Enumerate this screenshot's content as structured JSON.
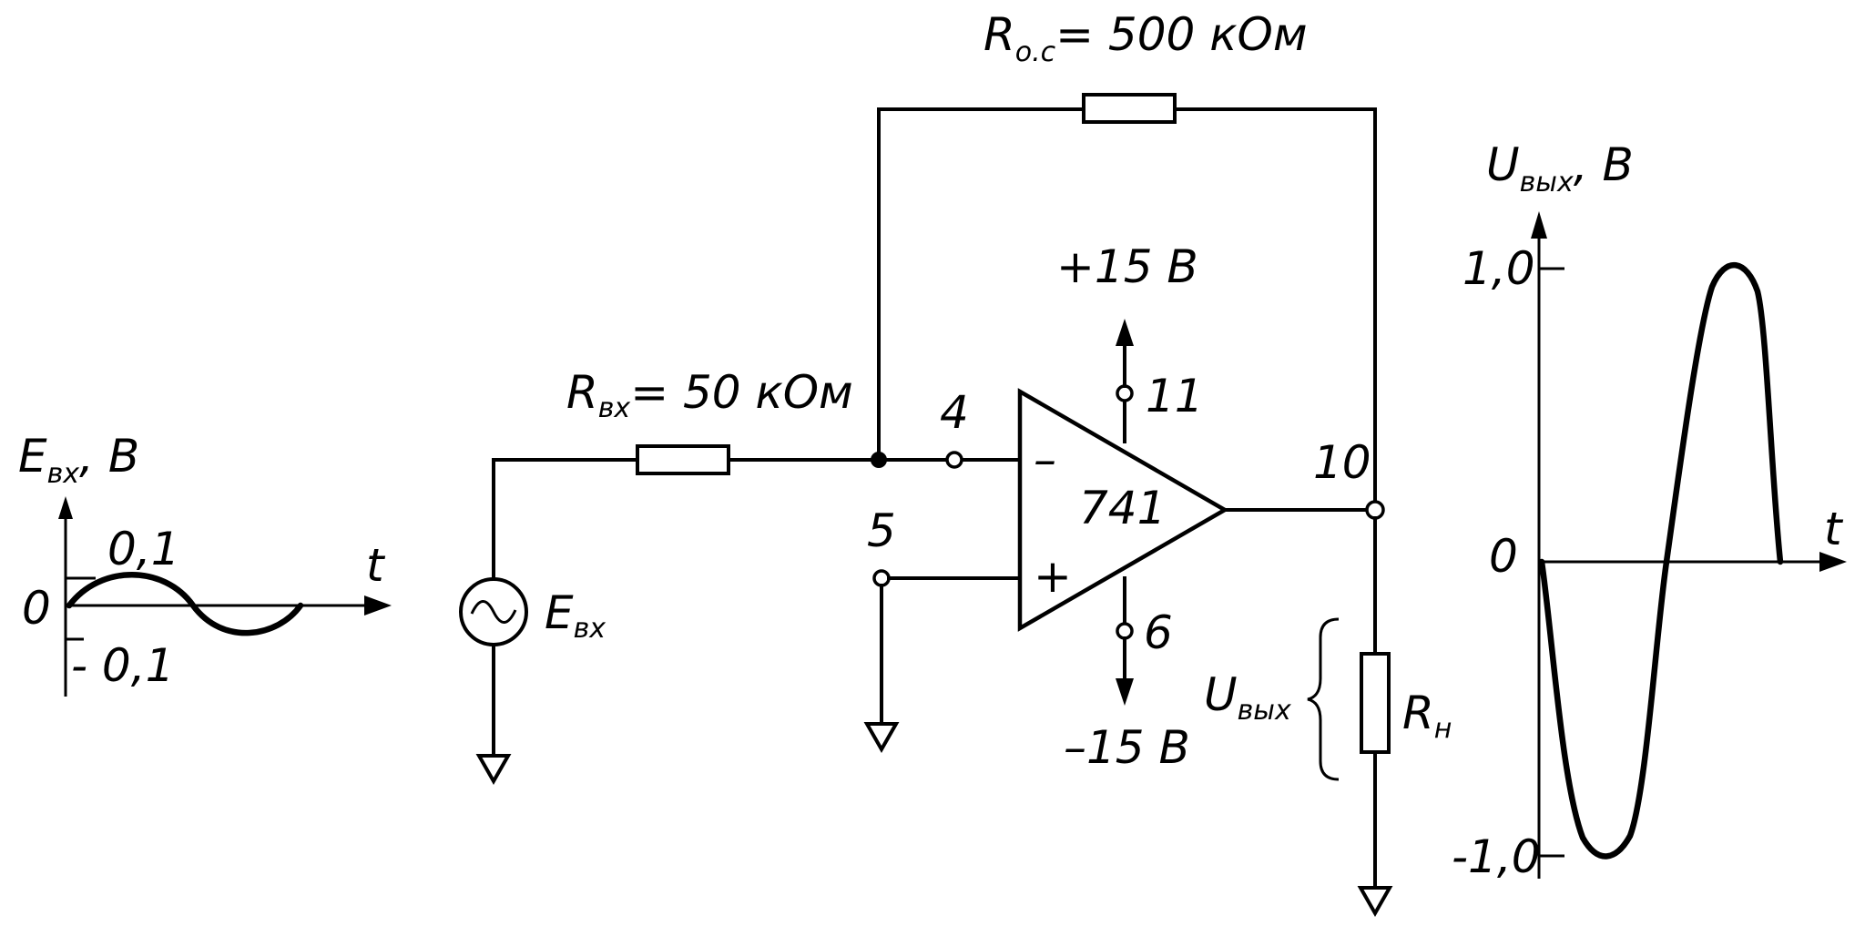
{
  "labels": {
    "r_fb": "R",
    "r_fb_sub": "o.c",
    "r_fb_value": "= 500 кОм",
    "r_in": "R",
    "r_in_sub": "вх",
    "r_in_value": "= 50 кОм",
    "source": "E",
    "source_sub": "вх",
    "opamp": "741",
    "pin4": "4",
    "pin5": "5",
    "pin6": "6",
    "pin10": "10",
    "pin11": "11",
    "minus_sign": "–",
    "plus_sign": "+",
    "vplus": "+15 В",
    "vminus": "–15 В",
    "uout": "U",
    "uout_sub": "вых",
    "rload": "R",
    "rload_sub": "н"
  },
  "input_graph": {
    "ylabel": "E",
    "ylabel_sub": "вх",
    "ylabel_unit": ", В",
    "xlabel": "t",
    "origin": "0",
    "max_label": "0,1",
    "min_label": "- 0,1",
    "amplitude": 0.1
  },
  "output_graph": {
    "ylabel": "U",
    "ylabel_sub": "вых",
    "ylabel_unit": ", В",
    "xlabel": "t",
    "origin": "0",
    "max_label": "1,0",
    "min_label": "-1,0",
    "amplitude": 1.0
  }
}
